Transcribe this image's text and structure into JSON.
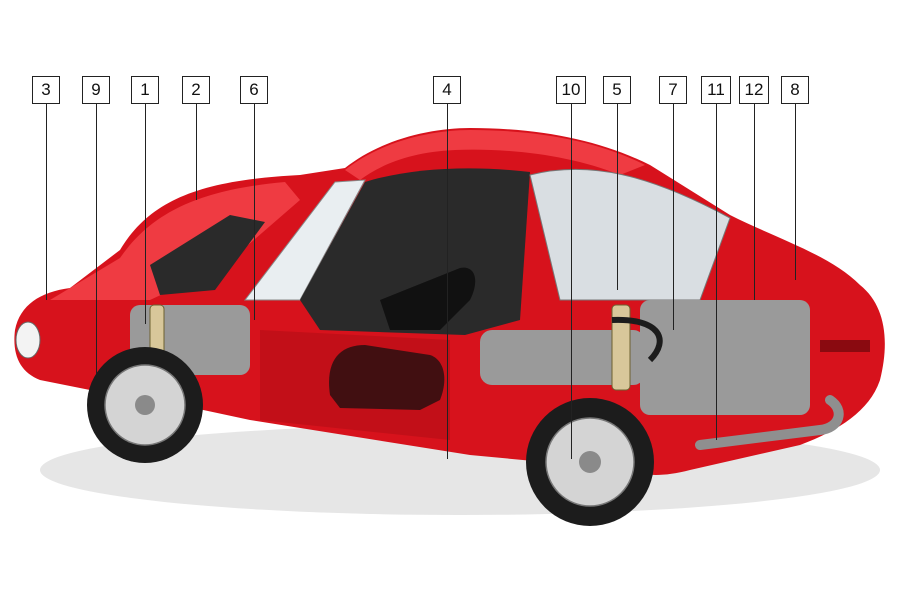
{
  "callouts": [
    {
      "id": "c3",
      "label": "3"
    },
    {
      "id": "c9",
      "label": "9"
    },
    {
      "id": "c1",
      "label": "1"
    },
    {
      "id": "c2",
      "label": "2"
    },
    {
      "id": "c6",
      "label": "6"
    },
    {
      "id": "c4",
      "label": "4"
    },
    {
      "id": "c10",
      "label": "10"
    },
    {
      "id": "c5",
      "label": "5"
    },
    {
      "id": "c7",
      "label": "7"
    },
    {
      "id": "c11",
      "label": "11"
    },
    {
      "id": "c12",
      "label": "12"
    },
    {
      "id": "c8",
      "label": "8"
    }
  ],
  "colors": {
    "body": "#d7121c",
    "body_dark": "#9c0b12",
    "body_light": "#ef3b42",
    "mechanical": "#9a9a9a",
    "interior": "#2a2a2a",
    "tyre": "#1c1c1c",
    "rim": "#d4d4d4"
  },
  "image": {
    "subject": "car-cutaway-illustration"
  }
}
